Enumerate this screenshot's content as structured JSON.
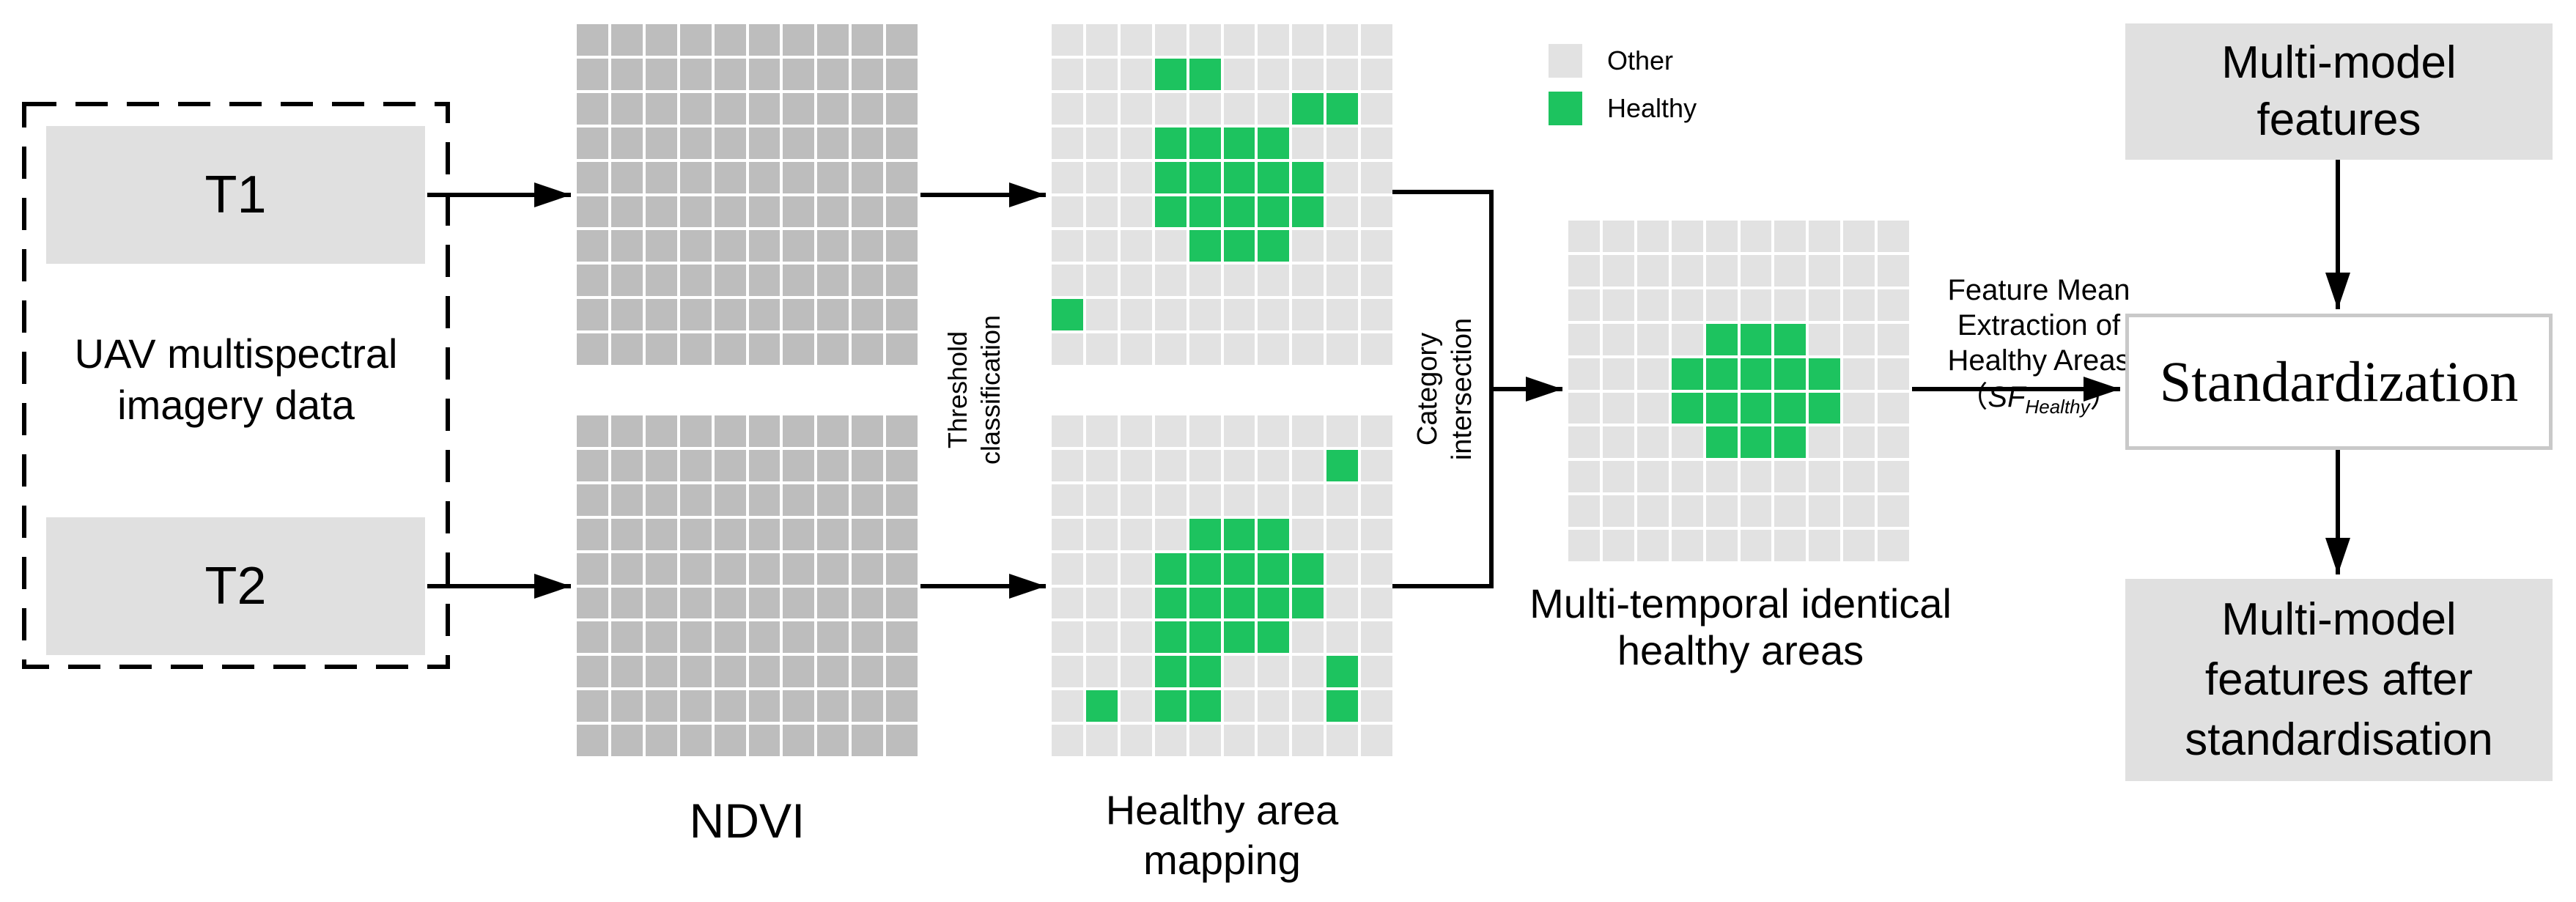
{
  "diagram": {
    "input_group": {
      "label": "UAV multispectral\nimagery data",
      "t1": "T1",
      "t2": "T2"
    },
    "ndvi_caption": "NDVI",
    "threshold_arrow_label": "Threshold\nclassification",
    "healthy_mapping_caption": "Healthy area\nmapping",
    "category_arrow_label": "Category\nintersection",
    "intersection_caption": "Multi-temporal identical\nhealthy areas",
    "feature_mean": {
      "lines": "Feature Mean\nExtraction of\nHealthy Areas",
      "formula_open": "（",
      "formula_main": "SF",
      "formula_sub": "Healthy",
      "formula_close": "）"
    },
    "standardization_label": "Standardization",
    "multi_model_label": "Multi-model\nfeatures",
    "multi_model_after_label": "Multi-model\nfeatures after\nstandardisation"
  },
  "legend": {
    "items": [
      {
        "label": "Other",
        "color": "#e2e2e2"
      },
      {
        "label": "Healthy",
        "color": "#1dc35f"
      }
    ]
  },
  "colors": {
    "ndvi_cell": "#bdbdbd",
    "other_cell": "#e2e2e2",
    "healthy_cell": "#1dc35f",
    "box_fill": "#e0e0e0",
    "std_border": "#c9c9c9",
    "line": "#000000"
  },
  "grids": {
    "ndvi_t1": {
      "rows": 10,
      "cols": 10,
      "type": "ndvi",
      "healthy_cells": []
    },
    "ndvi_t2": {
      "rows": 10,
      "cols": 10,
      "type": "ndvi",
      "healthy_cells": []
    },
    "healthy_t1": {
      "rows": 10,
      "cols": 10,
      "type": "map",
      "healthy_cells": [
        [
          1,
          3
        ],
        [
          1,
          4
        ],
        [
          2,
          7
        ],
        [
          2,
          8
        ],
        [
          3,
          3
        ],
        [
          3,
          4
        ],
        [
          3,
          5
        ],
        [
          3,
          6
        ],
        [
          4,
          3
        ],
        [
          4,
          4
        ],
        [
          4,
          5
        ],
        [
          4,
          6
        ],
        [
          4,
          7
        ],
        [
          5,
          3
        ],
        [
          5,
          4
        ],
        [
          5,
          5
        ],
        [
          5,
          6
        ],
        [
          5,
          7
        ],
        [
          6,
          4
        ],
        [
          6,
          5
        ],
        [
          6,
          6
        ],
        [
          8,
          0
        ]
      ]
    },
    "healthy_t2": {
      "rows": 10,
      "cols": 10,
      "type": "map",
      "healthy_cells": [
        [
          1,
          8
        ],
        [
          3,
          4
        ],
        [
          3,
          5
        ],
        [
          3,
          6
        ],
        [
          4,
          3
        ],
        [
          4,
          4
        ],
        [
          4,
          5
        ],
        [
          4,
          6
        ],
        [
          4,
          7
        ],
        [
          5,
          3
        ],
        [
          5,
          4
        ],
        [
          5,
          5
        ],
        [
          5,
          6
        ],
        [
          5,
          7
        ],
        [
          6,
          3
        ],
        [
          6,
          4
        ],
        [
          6,
          5
        ],
        [
          6,
          6
        ],
        [
          7,
          3
        ],
        [
          7,
          4
        ],
        [
          7,
          8
        ],
        [
          8,
          1
        ],
        [
          8,
          3
        ],
        [
          8,
          4
        ],
        [
          8,
          8
        ]
      ]
    },
    "intersection": {
      "rows": 10,
      "cols": 10,
      "type": "map",
      "healthy_cells": [
        [
          3,
          4
        ],
        [
          3,
          5
        ],
        [
          3,
          6
        ],
        [
          4,
          3
        ],
        [
          4,
          4
        ],
        [
          4,
          5
        ],
        [
          4,
          6
        ],
        [
          4,
          7
        ],
        [
          5,
          3
        ],
        [
          5,
          4
        ],
        [
          5,
          5
        ],
        [
          5,
          6
        ],
        [
          5,
          7
        ],
        [
          6,
          4
        ],
        [
          6,
          5
        ],
        [
          6,
          6
        ]
      ]
    }
  }
}
